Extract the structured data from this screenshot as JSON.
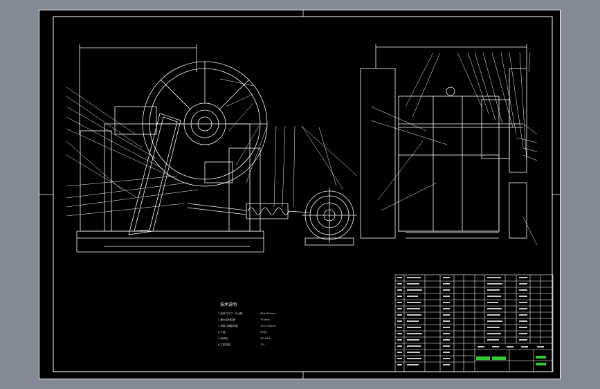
{
  "app": {
    "background": "#848a95",
    "viewport_bg": "#000000",
    "line_color": "#ffffff",
    "accent_green": "#33cc33"
  },
  "tech_notes": {
    "heading": "技术说明",
    "items": [
      {
        "label": "1.给料口尺寸（长x宽）",
        "value": "600x750mm"
      },
      {
        "label": "2.最大给料粒度",
        "value": "750mm"
      },
      {
        "label": "3.排料口调整范围",
        "value": "100-200mm"
      },
      {
        "label": "4.产量",
        "value": "50t/h"
      },
      {
        "label": "5.电动机",
        "value": "Y315S-6"
      },
      {
        "label": "6.主机质量",
        "value": "17t"
      }
    ]
  }
}
